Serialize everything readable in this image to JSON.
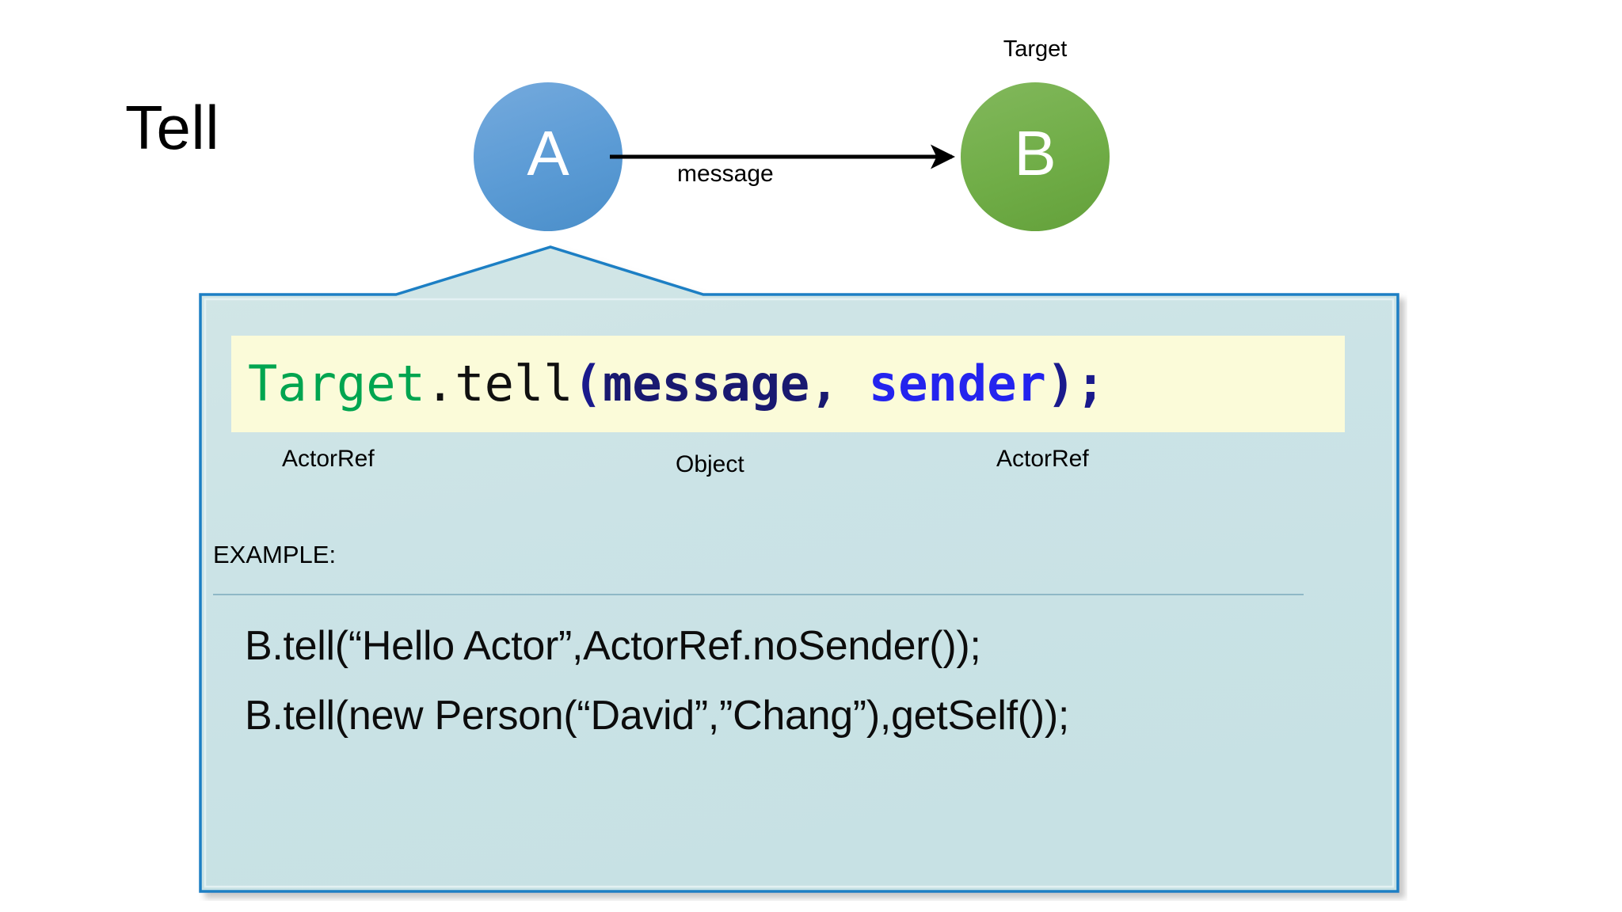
{
  "slide": {
    "title": "Tell"
  },
  "diagram": {
    "source_node": {
      "label": "A",
      "color": "#5B9BD5"
    },
    "target_node": {
      "label": "B",
      "color": "#70AD47",
      "caption": "Target"
    },
    "arrow": {
      "label": "message",
      "color": "#000000"
    }
  },
  "callout": {
    "fill": "#CBE3E6",
    "border": "#1F7FC4",
    "code_band_fill": "#FBFBD9",
    "signature": {
      "tokens": [
        {
          "text": "Target",
          "style": "class",
          "color": "#00A550"
        },
        {
          "text": ".",
          "style": "plain",
          "color": "#101010"
        },
        {
          "text": "tell",
          "style": "plain",
          "color": "#101010"
        },
        {
          "text": "(",
          "style": "paren",
          "color": "#1A1A8C"
        },
        {
          "text": "message,",
          "style": "arg",
          "color": "#191970"
        },
        {
          "text": " ",
          "style": "arg",
          "color": "#191970"
        },
        {
          "text": "sender",
          "style": "arg2",
          "color": "#2424EE"
        },
        {
          "text": ")",
          "style": "paren",
          "color": "#1A1A8C"
        },
        {
          "text": ";",
          "style": "paren",
          "color": "#1A1A8C"
        }
      ],
      "full_text": "Target.tell(message, sender);"
    },
    "annotations": [
      {
        "text": "ActorRef",
        "refers_to": "Target"
      },
      {
        "text": "Object",
        "refers_to": "message"
      },
      {
        "text": "ActorRef",
        "refers_to": "sender"
      }
    ],
    "example": {
      "heading": "EXAMPLE:",
      "lines": [
        "B.tell(“Hello Actor”,ActorRef.noSender());",
        "B.tell(new Person(“David”,”Chang”),getSelf());"
      ]
    }
  }
}
